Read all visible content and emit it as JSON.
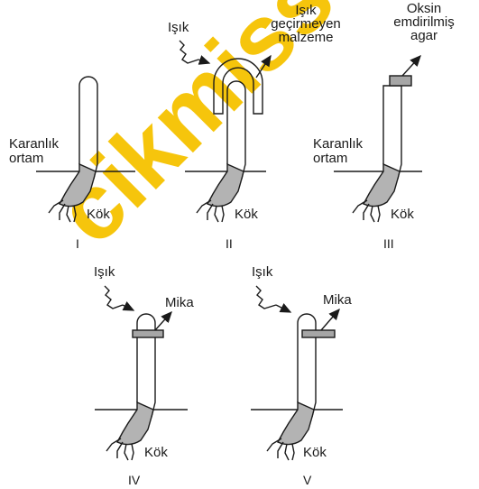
{
  "watermark": "cikmissorular.com",
  "labels": {
    "light": "Işık",
    "dark_medium": [
      "Karanlık",
      "ortam"
    ],
    "opaque_material": [
      "Işık",
      "geçirmeyen",
      "malzeme"
    ],
    "auxin_agar": [
      "Oksin",
      "emdirilmiş",
      "agar"
    ],
    "mica": "Mika",
    "root": "Kök"
  },
  "experiments": [
    "I",
    "II",
    "III",
    "IV",
    "V"
  ],
  "colors": {
    "root_fill": "#b3b3b3",
    "mica_fill": "#a6a6a6",
    "line": "#1a1a1a",
    "watermark": "#f6c200"
  }
}
